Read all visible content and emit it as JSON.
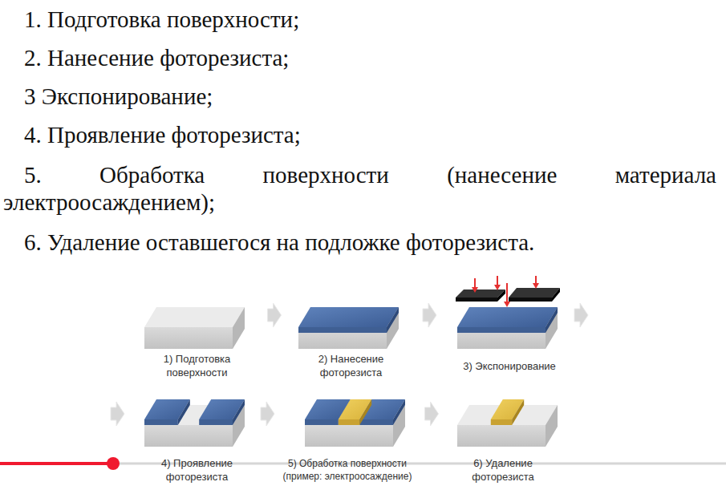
{
  "diagram": {
    "nodes": [
      {
        "text": [
          "1) Подготовка поверхности"
        ]
      },
      {
        "text": [
          "2) Нанесение фоторезиста"
        ]
      },
      {
        "text": [
          "3) Экспонирование"
        ]
      },
      {
        "text": [
          "4) Проявление фоторезиста"
        ]
      },
      {
        "text": [
          "5) Обработка поверхности (пример: электроосаждение)"
        ]
      },
      {
        "text": [
          "6) Удаление фоторезиста"
        ]
      }
    ],
    "edges": [
      {
        "from": 0,
        "to": 1,
        "arrow": "to"
      },
      {
        "from": 1,
        "to": 2,
        "arrow": "to"
      },
      {
        "from": 2,
        "to": 3,
        "arrow": "to"
      },
      {
        "from": 3,
        "to": 4,
        "arrow": "to"
      },
      {
        "from": 4,
        "to": 5,
        "arrow": "to"
      }
    ],
    "labels": [
      "1. Подготовка поверхности;",
      "2. Нанесение фоторезиста;",
      "3 Экспонирование;",
      "4. Проявление фоторезиста;",
      "5. Обработка поверхности (нанесение материала электроосаждением);",
      "6. Удаление оставшегося на подложке фоторезиста."
    ]
  }
}
